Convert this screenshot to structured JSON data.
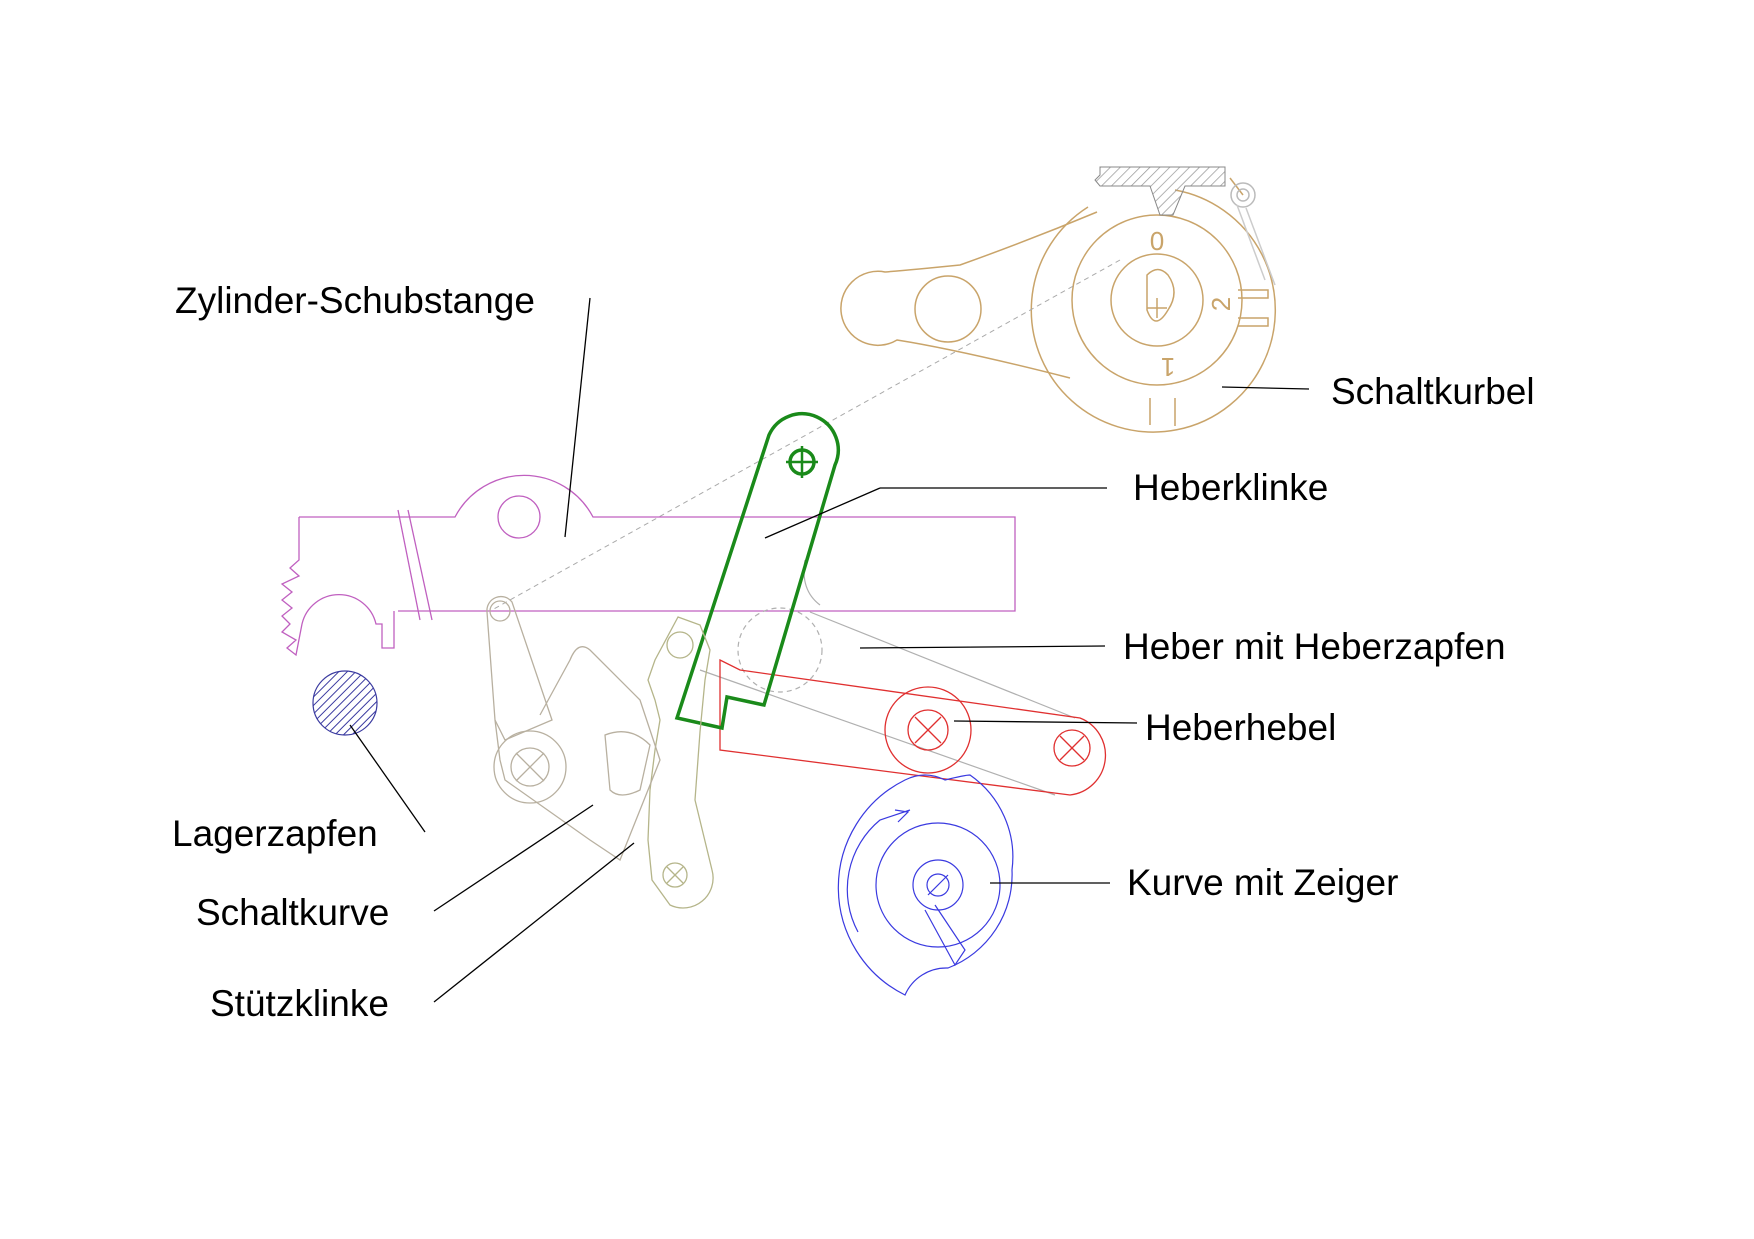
{
  "labels": {
    "zylinder_schubstange": "Zylinder-Schubstange",
    "schaltkurbel": "Schaltkurbel",
    "heberklinke": "Heberklinke",
    "heber_mit_heberzapfen": "Heber mit Heberzapfen",
    "heberhebel": "Heberhebel",
    "lagerzapfen": "Lagerzapfen",
    "schaltkurve": "Schaltkurve",
    "stuetzklinke": "Stützklinke",
    "kurve_mit_zeiger": "Kurve mit Zeiger"
  },
  "crank_marks": {
    "mark_0": "0",
    "mark_1": "1",
    "mark_2": "2"
  },
  "colors": {
    "schaltkurbel": "#c9a46a",
    "schubstange": "#c060c0",
    "heberklinke": "#1a8a1a",
    "heber": "#b0b0b0",
    "heberhebel": "#e03030",
    "lagerzapfen": "#3a3aa0",
    "schaltkurve": "#b8b0a0",
    "stuetzklinke": "#b5b58a",
    "kurve": "#3a3ae0"
  }
}
